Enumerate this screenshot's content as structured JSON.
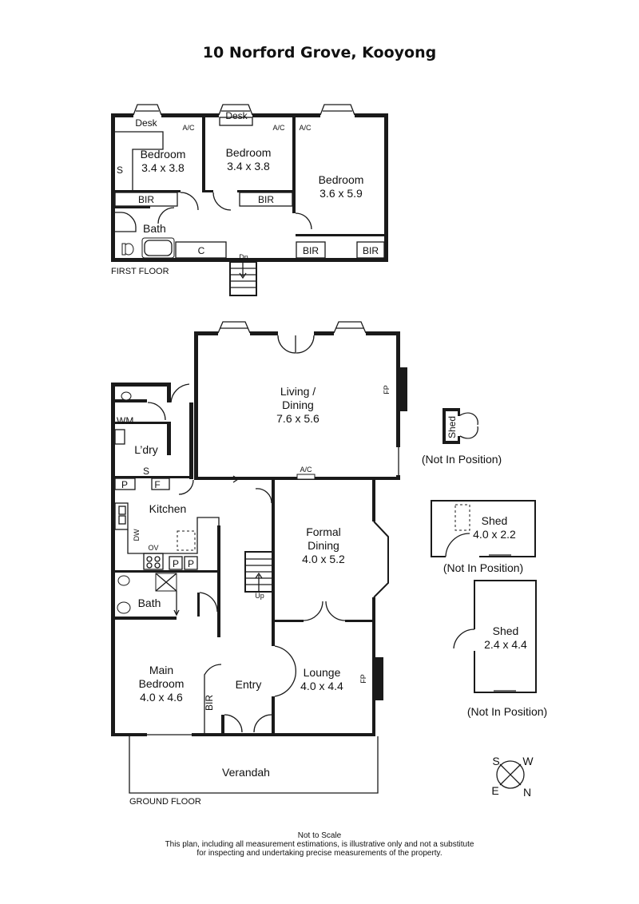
{
  "title": "10 Norford Grove, Kooyong",
  "first_floor": {
    "label": "FIRST FLOOR",
    "bedroom1": {
      "name": "Bedroom",
      "size": "3.4 x 3.8"
    },
    "bedroom2": {
      "name": "Bedroom",
      "size": "3.4 x 3.8"
    },
    "bedroom3": {
      "name": "Bedroom",
      "size": "3.6 x 5.9"
    },
    "desk1": "Desk",
    "desk2": "Desk",
    "ac1": "A/C",
    "ac2": "A/C",
    "ac3": "A/C",
    "s": "S",
    "bir1": "BIR",
    "bir2": "BIR",
    "bir3": "BIR",
    "bir4": "BIR",
    "bath": "Bath",
    "c": "C",
    "dn": "Dn"
  },
  "ground_floor": {
    "label": "GROUND FLOOR",
    "living": {
      "line1": "Living /",
      "line2": "Dining",
      "size": "7.6 x 5.6"
    },
    "fp1": "FP",
    "fp2": "FP",
    "ac": "A/C",
    "wm": "WM",
    "laundry": "L’dry",
    "s": "S",
    "p1": "P",
    "f": "F",
    "kitchen": "Kitchen",
    "dw": "DW",
    "ov": "OV",
    "p2": "P",
    "p3": "P",
    "formal_dining": {
      "line1": "Formal",
      "line2": "Dining",
      "size": "4.0 x 5.2"
    },
    "up": "Up",
    "bath": "Bath",
    "main_bedroom": {
      "line1": "Main",
      "line2": "Bedroom",
      "size": "4.0 x 4.6"
    },
    "bir": "BIR",
    "entry": "Entry",
    "lounge": {
      "name": "Lounge",
      "size": "4.0 x 4.4"
    },
    "verandah": "Verandah"
  },
  "sheds": {
    "small": {
      "name": "Shed",
      "note": "(Not In Position)"
    },
    "medium": {
      "name": "Shed",
      "size": "4.0 x 2.2",
      "note": "(Not In Position)"
    },
    "large": {
      "name": "Shed",
      "size": "2.4 x 4.4",
      "note": "(Not In Position)"
    }
  },
  "compass": {
    "s": "S",
    "w": "W",
    "e": "E",
    "n": "N"
  },
  "footer": {
    "line1": "Not to Scale",
    "line2": "This plan, including all measurement estimations, is illustrative only and not a substitute",
    "line3": "for inspecting and undertaking precise measurements of the property."
  }
}
